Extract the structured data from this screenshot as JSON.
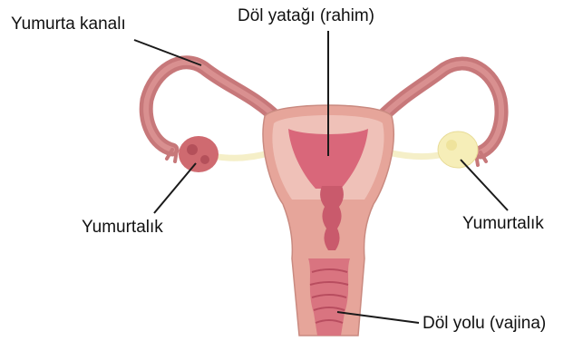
{
  "labels": {
    "fallopian_tube": "Yumurta kanalı",
    "uterus": "Döl yatağı (rahim)",
    "ovary_left": "Yumurtalık",
    "ovary_right": "Yumurtalık",
    "vagina": "Döl yolu (vajina)"
  },
  "colors": {
    "wall": "#e6a59a",
    "wall_light": "#f2cbc2",
    "cavity": "#d9677a",
    "tube": "#c7787a",
    "tube_inner": "#d99090",
    "ovary_left": "#cf6a70",
    "ovary_right": "#f6eeb8",
    "ligament": "#f5efc8",
    "leader_line": "#1a1a1a"
  }
}
